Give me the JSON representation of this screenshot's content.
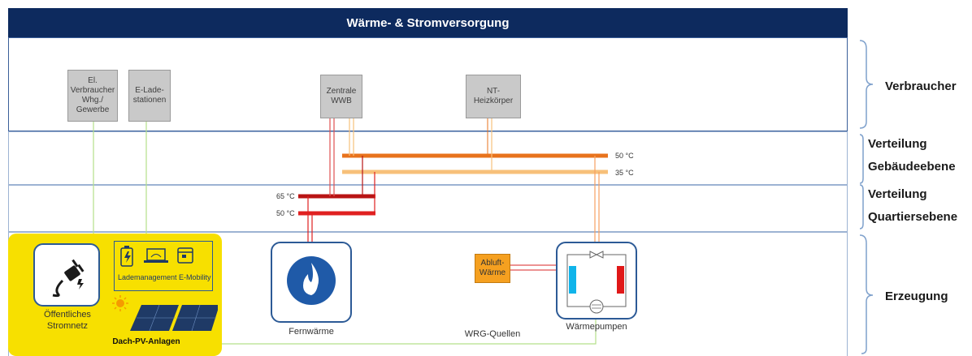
{
  "title": "Wärme- & Stromversorgung",
  "consumers": {
    "el_verbraucher": "El.\nVerbraucher\nWhg./\nGewerbe",
    "e_lade": "E-Lade-\nstationen",
    "zentrale_wwb": "Zentrale\nWWB",
    "nt_heizkoerper": "NT-\nHeizkörper"
  },
  "levels": {
    "verbraucher": "Verbraucher",
    "gebaeude": "Verteilung\nGebäudeebene",
    "quartier": "Verteilung\nQuartiersebene",
    "erzeugung": "Erzeugung"
  },
  "temperatures": {
    "t50_building": "50 °C",
    "t35_building": "35 °C",
    "t65_district": "65 °C",
    "t50_district": "50 °C"
  },
  "generation": {
    "stromnetz": "Öffentliches\nStromnetz",
    "lademanagement": "Lademanagement\nE-Mobility",
    "pv": "Dach-PV-Anlagen",
    "fernwaerme": "Fernwärme",
    "wrg": "WRG-Quellen",
    "abluft": "Abluft-\nWärme",
    "waermepumpen": "Wärmepumpen"
  },
  "colors": {
    "title_bg": "#0d2a5e",
    "yellow": "#f7e000",
    "orange_line": "#e8731c",
    "light_orange_line": "#f7c07a",
    "dark_red_line": "#b81414",
    "red_line": "#e02020",
    "green_line": "#b5e08a",
    "accent_blue": "#2c5a96"
  },
  "icons": [
    "plug-icon",
    "battery-icon",
    "laptop-icon",
    "calendar-icon",
    "sun-icon",
    "solar-panel-icon",
    "flame-icon",
    "heat-pump-icon"
  ]
}
